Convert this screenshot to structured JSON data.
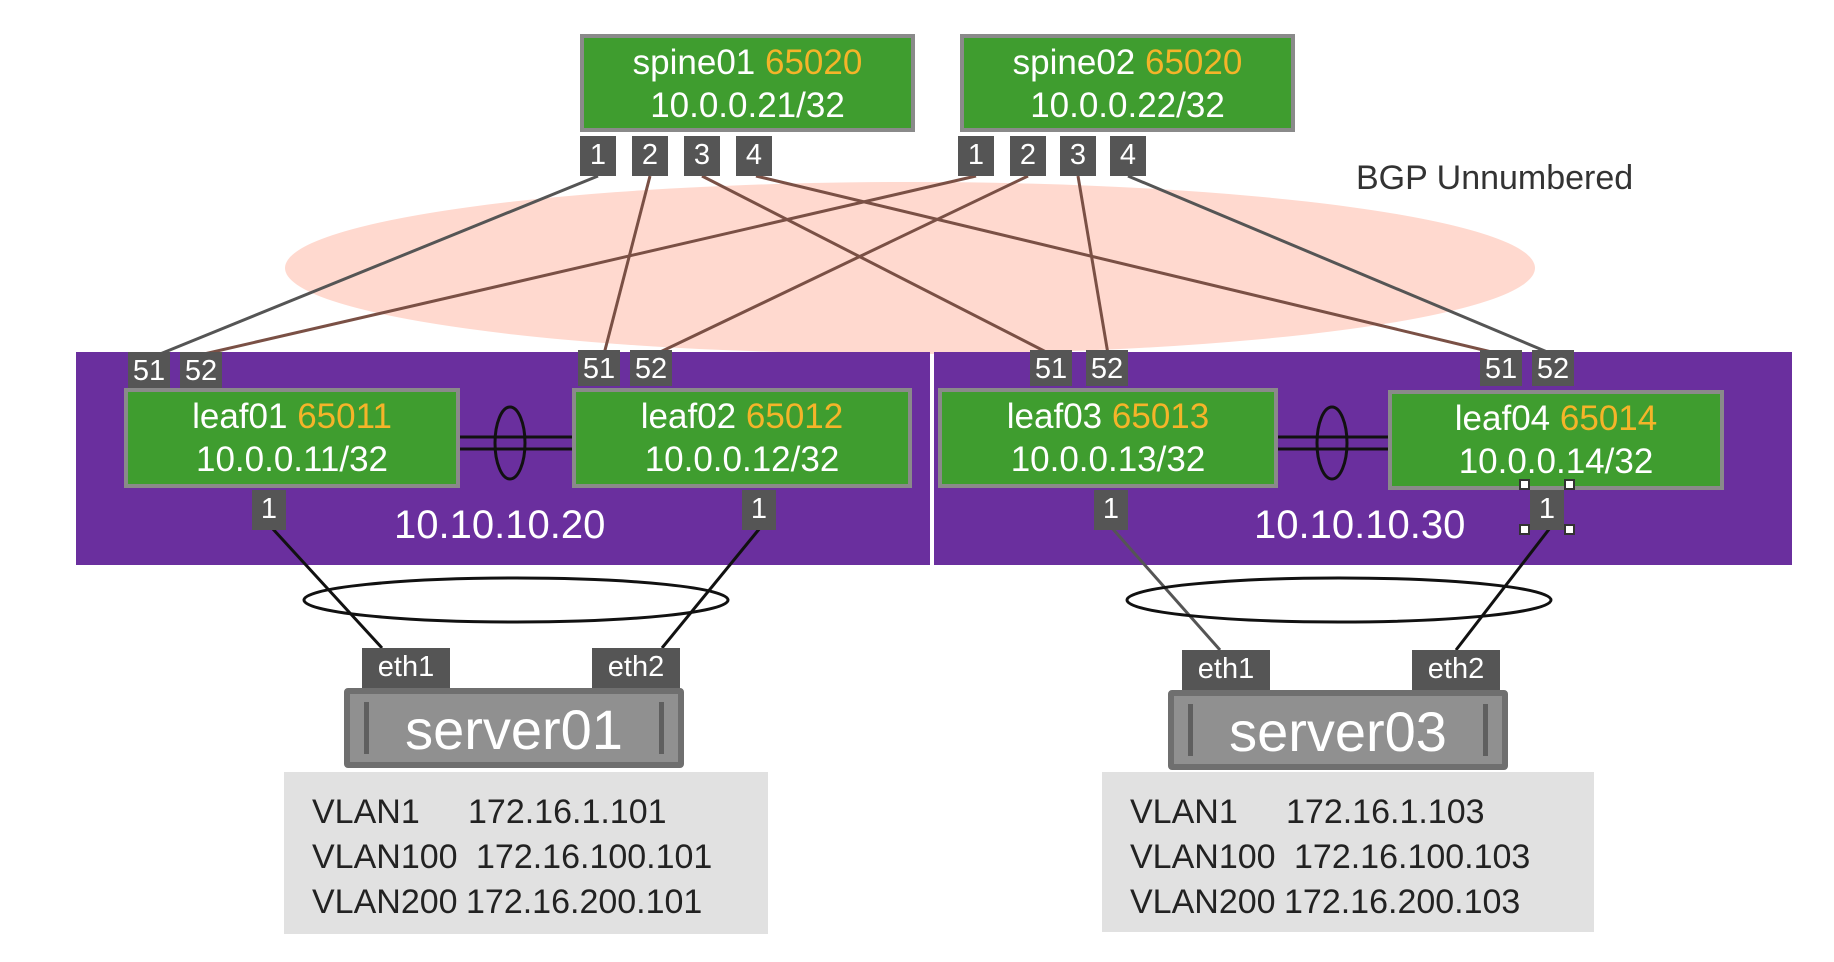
{
  "bgp_label": "BGP Unnumbered",
  "colors": {
    "node_green": "#3f9d2f",
    "asn_orange": "#f5b429",
    "pod_purple": "#6a2f9e",
    "bgp_ellipse": "#ffd9cf",
    "port_gray": "#555555"
  },
  "spines": [
    {
      "name": "spine01",
      "asn": "65020",
      "ip": "10.0.0.21/32",
      "ports": [
        "1",
        "2",
        "3",
        "4"
      ]
    },
    {
      "name": "spine02",
      "asn": "65020",
      "ip": "10.0.0.22/32",
      "ports": [
        "1",
        "2",
        "3",
        "4"
      ]
    }
  ],
  "pods": [
    {
      "subnet": "10.10.10.20"
    },
    {
      "subnet": "10.10.10.30"
    }
  ],
  "leaves": [
    {
      "name": "leaf01",
      "asn": "65011",
      "ip": "10.0.0.11/32",
      "uplinks": [
        "51",
        "52"
      ],
      "downlink": "1"
    },
    {
      "name": "leaf02",
      "asn": "65012",
      "ip": "10.0.0.12/32",
      "uplinks": [
        "51",
        "52"
      ],
      "downlink": "1"
    },
    {
      "name": "leaf03",
      "asn": "65013",
      "ip": "10.0.0.13/32",
      "uplinks": [
        "51",
        "52"
      ],
      "downlink": "1"
    },
    {
      "name": "leaf04",
      "asn": "65014",
      "ip": "10.0.0.14/32",
      "uplinks": [
        "51",
        "52"
      ],
      "downlink": "1"
    }
  ],
  "servers": [
    {
      "name": "server01",
      "ports": [
        "eth1",
        "eth2"
      ],
      "vlans": [
        {
          "name": "VLAN1",
          "ip": "172.16.1.101"
        },
        {
          "name": "VLAN100",
          "ip": "172.16.100.101"
        },
        {
          "name": "VLAN200",
          "ip": "172.16.200.101"
        }
      ]
    },
    {
      "name": "server03",
      "ports": [
        "eth1",
        "eth2"
      ],
      "vlans": [
        {
          "name": "VLAN1",
          "ip": "172.16.1.103"
        },
        {
          "name": "VLAN100",
          "ip": "172.16.100.103"
        },
        {
          "name": "VLAN200",
          "ip": "172.16.200.103"
        }
      ]
    }
  ]
}
